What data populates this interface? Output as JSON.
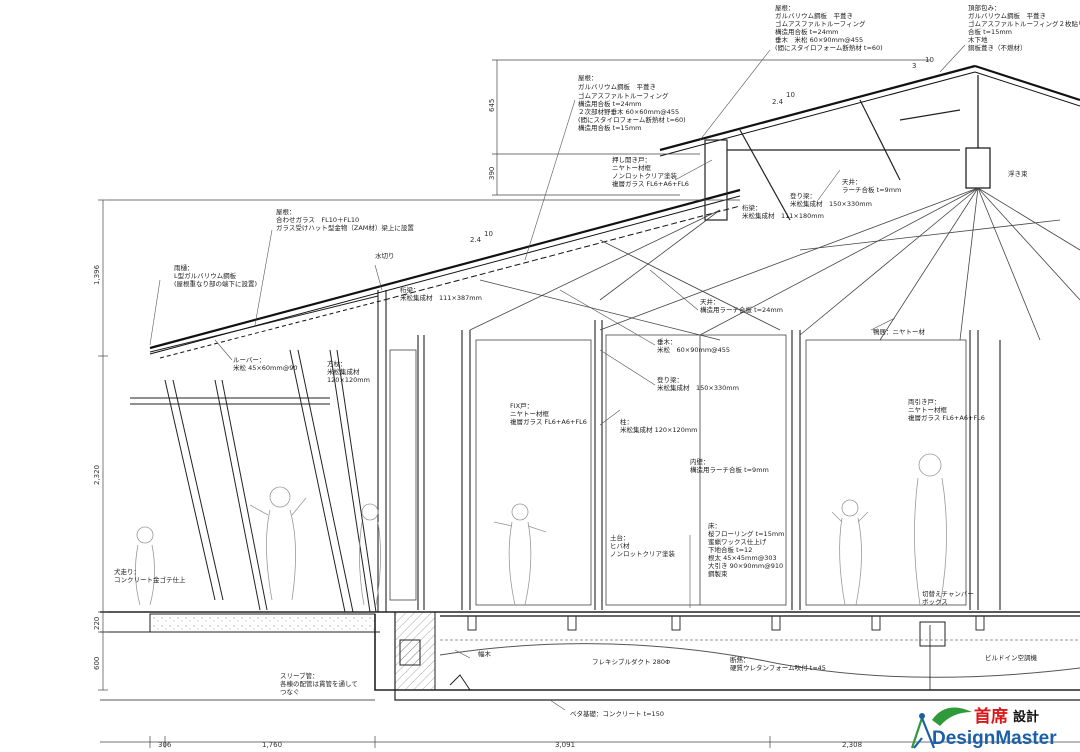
{
  "drawing": {
    "annotations": [
      {
        "id": "roof-top-left",
        "lines": [
          "屋根：",
          "ガルバリウム鋼板　平葺き",
          "ゴムアスファルトルーフィング",
          "構造用合板 t=24mm",
          "２次部材野垂木 60×60mm@455",
          "(間にスタイロフォーム断熱材 t=60)",
          "構造用合板 t=15mm"
        ]
      },
      {
        "id": "roof-top-mid",
        "lines": [
          "屋根：",
          "ガルバリウム鋼板　平葺き",
          "ゴムアスファルトルーフィング",
          "構造用合板 t=24mm",
          "垂木　米松 60×90mm@455",
          "(間にスタイロフォーム断熱材 t=60)"
        ]
      },
      {
        "id": "ridge",
        "lines": [
          "頂部包み：",
          "ガルバリウム鋼板　平葺き",
          "ゴムアスファルトルーフィング２枚貼り",
          "合板 t=15mm",
          "木下地",
          "銅板葺き（不燃材）"
        ]
      },
      {
        "id": "push-window",
        "lines": [
          "押し開き戸：",
          "ニヤトー材框",
          "ノンロットクリア塗装",
          "複層ガラス FL6+A6+FL6"
        ]
      },
      {
        "id": "climb-beam-top",
        "lines": [
          "登り梁：",
          "米松集成材　150×330mm"
        ]
      },
      {
        "id": "ceiling-top",
        "lines": [
          "天井：",
          "ラーチ合板 t=9mm"
        ]
      },
      {
        "id": "beam-top",
        "lines": [
          "桁梁：",
          "米松集成材　111×180mm"
        ]
      },
      {
        "id": "floating-rafter",
        "lines": [
          "浮き束"
        ]
      },
      {
        "id": "glass-roof",
        "lines": [
          "屋根：",
          "合わせガラス　FL10＋FL10",
          "ガラス受けハット型金物（ZAM材）梁上に設置"
        ]
      },
      {
        "id": "mizukiri",
        "lines": [
          "水切り"
        ]
      },
      {
        "id": "beam-low",
        "lines": [
          "桁梁：",
          "米松集成材　111×387mm"
        ]
      },
      {
        "id": "eaves",
        "lines": [
          "雨樋：",
          "L型ガルバリウム鋼板",
          "(屋根重なり部の端下に設置)"
        ]
      },
      {
        "id": "louver",
        "lines": [
          "ルーバー：",
          "米松 45×60mm@90"
        ]
      },
      {
        "id": "square-post",
        "lines": [
          "方杖：",
          "米松集成材",
          "120×120mm"
        ]
      },
      {
        "id": "ceiling-mid",
        "lines": [
          "天井：",
          "構造用ラーチ合板 t=24mm"
        ]
      },
      {
        "id": "rafter",
        "lines": [
          "垂木：",
          "米松　60×90mm@455"
        ]
      },
      {
        "id": "climb-beam",
        "lines": [
          "登り梁：",
          "米松集成材　150×330mm"
        ]
      },
      {
        "id": "head-mullion",
        "lines": [
          "鴨居：ニヤトー材"
        ]
      },
      {
        "id": "door-fix",
        "lines": [
          "FIX戸：",
          "ニヤトー材框",
          "複層ガラス FL6+A6+FL6"
        ]
      },
      {
        "id": "column",
        "lines": [
          "柱：",
          "米松集成材 120×120mm"
        ]
      },
      {
        "id": "slide-door",
        "lines": [
          "両引き戸：",
          "ニヤトー材框",
          "複層ガラス FL6+A6+FL6"
        ]
      },
      {
        "id": "interior-wall",
        "lines": [
          "内壁：",
          "構造用ラーチ合板 t=9mm"
        ]
      },
      {
        "id": "sill",
        "lines": [
          "土台：",
          "ヒバ材",
          "ノンロットクリア塗装"
        ]
      },
      {
        "id": "floor",
        "lines": [
          "床：",
          "桜フローリング t=15mm",
          "蜜蝋ワックス仕上げ",
          "下地合板 t=12",
          "根太 45×45mm@303",
          "大引き 90×90mm@910",
          "鋼製束"
        ]
      },
      {
        "id": "doghouse",
        "lines": [
          "犬走り：",
          "コンクリート金ゴテ仕上"
        ]
      },
      {
        "id": "baseboard",
        "lines": [
          "幅木"
        ]
      },
      {
        "id": "damper",
        "lines": [
          "切替えチャンバー",
          "ボックス"
        ]
      },
      {
        "id": "duct",
        "lines": [
          "フレキシブルダクト 280Φ"
        ]
      },
      {
        "id": "insulation",
        "lines": [
          "断熱：",
          "硬質ウレタンフォーム吹付 t=45"
        ]
      },
      {
        "id": "aircon",
        "lines": [
          "ビルドイン空調機"
        ]
      },
      {
        "id": "sleeve",
        "lines": [
          "スリーブ管：",
          "各棟の配管は貫管を通して",
          "つなぐ"
        ]
      },
      {
        "id": "foundation",
        "lines": [
          "ベタ基礎：コンクリート t=150"
        ]
      }
    ],
    "dimensions": {
      "horizontal": [
        "306",
        "1,760",
        "3,091",
        "2,308"
      ],
      "vertical": [
        "645",
        "390",
        "1,396",
        "2,320",
        "220",
        "600"
      ],
      "slopes": [
        {
          "id": "slope-left",
          "rise": "2.4",
          "run": "10"
        },
        {
          "id": "slope-mid",
          "rise": "2.4",
          "run": "10"
        },
        {
          "id": "slope-ridge",
          "rise": "3",
          "run": "10"
        }
      ]
    }
  },
  "logo": {
    "chinese": "首席",
    "chinese_sub": "設計",
    "english": "DesignMaster",
    "colors": {
      "red": "#d81818",
      "blue": "#1a5fa8",
      "green": "#2e9a3a"
    }
  }
}
